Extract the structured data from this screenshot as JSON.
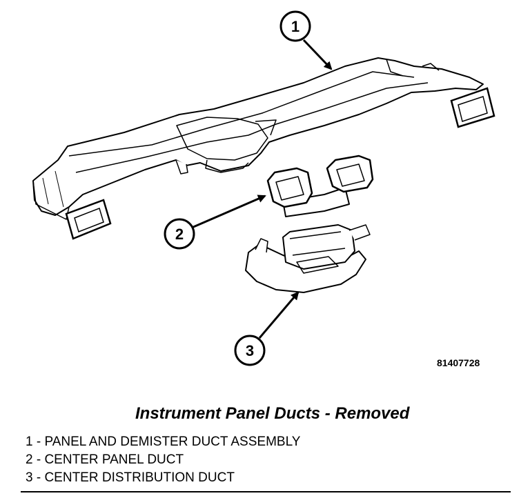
{
  "figure": {
    "callouts": [
      {
        "number": "1"
      },
      {
        "number": "2"
      },
      {
        "number": "3"
      }
    ],
    "parts": [
      {
        "name": "panel-and-demister-duct-assembly"
      },
      {
        "name": "center-panel-duct"
      },
      {
        "name": "center-distribution-duct"
      }
    ],
    "reference_code": "81407728"
  },
  "caption": "Instrument Panel Ducts - Removed",
  "legend": [
    "1 - PANEL AND DEMISTER DUCT ASSEMBLY",
    "2 - CENTER PANEL DUCT",
    "3 - CENTER DISTRIBUTION DUCT"
  ],
  "colors": {
    "ink": "#000000",
    "background": "#ffffff",
    "duct_fill": "#ffffff"
  }
}
